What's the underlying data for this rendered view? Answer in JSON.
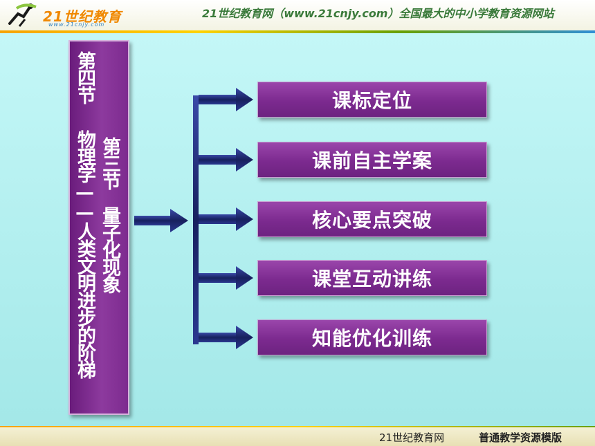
{
  "header": {
    "logo_text": "21世纪教育",
    "logo_sub": "www.21cnjy.com",
    "slogan": "21世纪教育网（www.21cnjy.com）全国最大的中小学教育资源网站"
  },
  "title_panel": {
    "col1_top": "第四节",
    "col1_bottom": "物理学——人类文明进步的阶梯",
    "col2": "第三节　量子化现象"
  },
  "menu": {
    "items": [
      {
        "label": "课标定位"
      },
      {
        "label": "课前自主学案"
      },
      {
        "label": "核心要点突破"
      },
      {
        "label": "课堂互动讲练"
      },
      {
        "label": "知能优化训练"
      }
    ]
  },
  "footer": {
    "left": "21世纪教育网",
    "right": "普通教学资源模版"
  },
  "colors": {
    "background": "#aeeeee",
    "panel": "#7d2b8f",
    "arrow": "#1e2a78"
  }
}
